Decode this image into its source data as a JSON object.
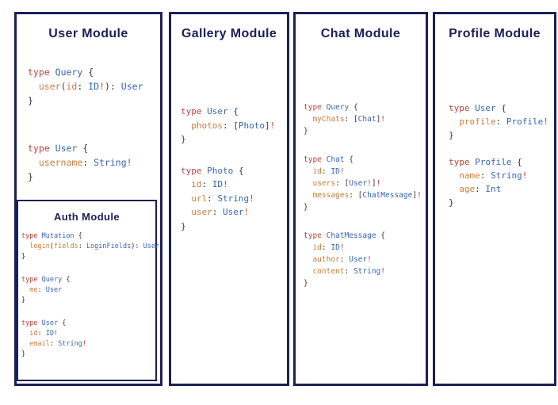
{
  "colors": {
    "navy": "#1b2058",
    "kw": "#b6453e",
    "ty": "#3766ae",
    "fld": "#c67e3b",
    "pn": "#353a40",
    "bg": "#ffffff"
  },
  "modules": [
    {
      "title": "User Module",
      "blocks": [
        [
          [
            [
              "kw",
              "type"
            ],
            [
              "pn",
              " "
            ],
            [
              "ty",
              "Query"
            ],
            [
              "pn",
              " {"
            ]
          ],
          [
            [
              "pn",
              "  "
            ],
            [
              "fld",
              "user"
            ],
            [
              "pn",
              "("
            ],
            [
              "fld",
              "id"
            ],
            [
              "pn",
              ": "
            ],
            [
              "ty",
              "ID"
            ],
            [
              "bg",
              "!"
            ],
            [
              "pn",
              "): "
            ],
            [
              "ty",
              "User"
            ]
          ],
          [
            [
              "pn",
              "}"
            ]
          ]
        ],
        [
          [
            [
              "kw",
              "type"
            ],
            [
              "pn",
              " "
            ],
            [
              "ty",
              "User"
            ],
            [
              "pn",
              " {"
            ]
          ],
          [
            [
              "pn",
              "  "
            ],
            [
              "fld",
              "username"
            ],
            [
              "pn",
              ": "
            ],
            [
              "ty",
              "String"
            ],
            [
              "bg",
              "!"
            ]
          ],
          [
            [
              "pn",
              "}"
            ]
          ]
        ]
      ]
    },
    {
      "title": "Gallery Module",
      "blocks": [
        [
          [
            [
              "kw",
              "type"
            ],
            [
              "pn",
              " "
            ],
            [
              "ty",
              "User"
            ],
            [
              "pn",
              " {"
            ]
          ],
          [
            [
              "pn",
              "  "
            ],
            [
              "fld",
              "photos"
            ],
            [
              "pn",
              ": ["
            ],
            [
              "ty",
              "Photo"
            ],
            [
              "pn",
              "]"
            ],
            [
              "bg",
              "!"
            ]
          ],
          [
            [
              "pn",
              "}"
            ]
          ]
        ],
        [
          [
            [
              "kw",
              "type"
            ],
            [
              "pn",
              " "
            ],
            [
              "ty",
              "Photo"
            ],
            [
              "pn",
              " {"
            ]
          ],
          [
            [
              "pn",
              "  "
            ],
            [
              "fld",
              "id"
            ],
            [
              "pn",
              ": "
            ],
            [
              "ty",
              "ID"
            ],
            [
              "bg",
              "!"
            ]
          ],
          [
            [
              "pn",
              "  "
            ],
            [
              "fld",
              "url"
            ],
            [
              "pn",
              ": "
            ],
            [
              "ty",
              "String"
            ],
            [
              "bg",
              "!"
            ]
          ],
          [
            [
              "pn",
              "  "
            ],
            [
              "fld",
              "user"
            ],
            [
              "pn",
              ": "
            ],
            [
              "ty",
              "User"
            ],
            [
              "bg",
              "!"
            ]
          ],
          [
            [
              "pn",
              "}"
            ]
          ]
        ]
      ]
    },
    {
      "title": "Chat Module",
      "blocks": [
        [
          [
            [
              "kw",
              "type"
            ],
            [
              "pn",
              " "
            ],
            [
              "ty",
              "Query"
            ],
            [
              "pn",
              " {"
            ]
          ],
          [
            [
              "pn",
              "  "
            ],
            [
              "fld",
              "myChats"
            ],
            [
              "pn",
              ": ["
            ],
            [
              "ty",
              "Chat"
            ],
            [
              "pn",
              "]"
            ],
            [
              "bg",
              "!"
            ]
          ],
          [
            [
              "pn",
              "}"
            ]
          ]
        ],
        [
          [
            [
              "kw",
              "type"
            ],
            [
              "pn",
              " "
            ],
            [
              "ty",
              "Chat"
            ],
            [
              "pn",
              " {"
            ]
          ],
          [
            [
              "pn",
              "  "
            ],
            [
              "fld",
              "id"
            ],
            [
              "pn",
              ": "
            ],
            [
              "ty",
              "ID"
            ],
            [
              "bg",
              "!"
            ]
          ],
          [
            [
              "pn",
              "  "
            ],
            [
              "fld",
              "users"
            ],
            [
              "pn",
              ": ["
            ],
            [
              "ty",
              "User"
            ],
            [
              "bg",
              "!"
            ],
            [
              "pn",
              "]"
            ],
            [
              "bg",
              "!"
            ]
          ],
          [
            [
              "pn",
              "  "
            ],
            [
              "fld",
              "messages"
            ],
            [
              "pn",
              ": ["
            ],
            [
              "ty",
              "ChatMessage"
            ],
            [
              "pn",
              "]"
            ],
            [
              "bg",
              "!"
            ]
          ],
          [
            [
              "pn",
              "}"
            ]
          ]
        ],
        [
          [
            [
              "kw",
              "type"
            ],
            [
              "pn",
              " "
            ],
            [
              "ty",
              "ChatMessage"
            ],
            [
              "pn",
              " {"
            ]
          ],
          [
            [
              "pn",
              "  "
            ],
            [
              "fld",
              "id"
            ],
            [
              "pn",
              ": "
            ],
            [
              "ty",
              "ID"
            ],
            [
              "bg",
              "!"
            ]
          ],
          [
            [
              "pn",
              "  "
            ],
            [
              "fld",
              "author"
            ],
            [
              "pn",
              ": "
            ],
            [
              "ty",
              "User"
            ],
            [
              "bg",
              "!"
            ]
          ],
          [
            [
              "pn",
              "  "
            ],
            [
              "fld",
              "content"
            ],
            [
              "pn",
              ": "
            ],
            [
              "ty",
              "String"
            ],
            [
              "bg",
              "!"
            ]
          ],
          [
            [
              "pn",
              "}"
            ]
          ]
        ]
      ]
    },
    {
      "title": "Profile Module",
      "blocks": [
        [
          [
            [
              "kw",
              "type"
            ],
            [
              "pn",
              " "
            ],
            [
              "ty",
              "User"
            ],
            [
              "pn",
              " {"
            ]
          ],
          [
            [
              "pn",
              "  "
            ],
            [
              "fld",
              "profile"
            ],
            [
              "pn",
              ": "
            ],
            [
              "ty",
              "Profile"
            ],
            [
              "bg",
              "!"
            ]
          ],
          [
            [
              "pn",
              "}"
            ]
          ]
        ],
        [
          [
            [
              "kw",
              "type"
            ],
            [
              "pn",
              " "
            ],
            [
              "ty",
              "Profile"
            ],
            [
              "pn",
              " {"
            ]
          ],
          [
            [
              "pn",
              "  "
            ],
            [
              "fld",
              "name"
            ],
            [
              "pn",
              ": "
            ],
            [
              "ty",
              "String"
            ],
            [
              "bg",
              "!"
            ]
          ],
          [
            [
              "pn",
              "  "
            ],
            [
              "fld",
              "age"
            ],
            [
              "pn",
              ": "
            ],
            [
              "ty",
              "Int"
            ]
          ],
          [
            [
              "pn",
              "}"
            ]
          ]
        ]
      ]
    }
  ],
  "auth": {
    "title": "Auth Module",
    "blocks": [
      [
        [
          [
            "kw",
            "type"
          ],
          [
            "pn",
            " "
          ],
          [
            "ty",
            "Mutation"
          ],
          [
            "pn",
            " {"
          ]
        ],
        [
          [
            "pn",
            "  "
          ],
          [
            "fld",
            "login"
          ],
          [
            "pn",
            "("
          ],
          [
            "fld",
            "fields"
          ],
          [
            "pn",
            ": "
          ],
          [
            "ty",
            "LoginFields"
          ],
          [
            "pn",
            "): "
          ],
          [
            "ty",
            "User"
          ]
        ],
        [
          [
            "pn",
            "}"
          ]
        ]
      ],
      [
        [
          [
            "kw",
            "type"
          ],
          [
            "pn",
            " "
          ],
          [
            "ty",
            "Query"
          ],
          [
            "pn",
            " {"
          ]
        ],
        [
          [
            "pn",
            "  "
          ],
          [
            "fld",
            "me"
          ],
          [
            "pn",
            ": "
          ],
          [
            "ty",
            "User"
          ]
        ],
        [
          [
            "pn",
            "}"
          ]
        ]
      ],
      [
        [
          [
            "kw",
            "type"
          ],
          [
            "pn",
            " "
          ],
          [
            "ty",
            "User"
          ],
          [
            "pn",
            " {"
          ]
        ],
        [
          [
            "pn",
            "  "
          ],
          [
            "fld",
            "id"
          ],
          [
            "pn",
            ": "
          ],
          [
            "ty",
            "ID"
          ],
          [
            "bg",
            "!"
          ]
        ],
        [
          [
            "pn",
            "  "
          ],
          [
            "fld",
            "email"
          ],
          [
            "pn",
            ": "
          ],
          [
            "ty",
            "String"
          ],
          [
            "bg",
            "!"
          ]
        ],
        [
          [
            "pn",
            "}"
          ]
        ]
      ]
    ]
  }
}
